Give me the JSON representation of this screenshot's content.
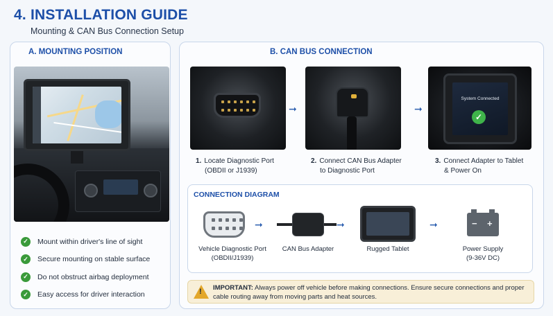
{
  "header": {
    "title": "4. INSTALLATION GUIDE",
    "subtitle": "Mounting & CAN Bus Connection Setup"
  },
  "mounting": {
    "title": "A. MOUNTING POSITION",
    "checklist": [
      "Mount within driver's line of sight",
      "Secure mounting on stable surface",
      "Do not obstruct airbag deployment",
      "Easy access for driver interaction"
    ]
  },
  "canbus": {
    "title": "B. CAN BUS CONNECTION",
    "screen_text": "System Connected",
    "steps": [
      {
        "num": "1.",
        "line1": "Locate Diagnostic Port",
        "line2": "(OBDII or J1939)"
      },
      {
        "num": "2.",
        "line1": "Connect CAN Bus Adapter",
        "line2": "to Diagnostic Port"
      },
      {
        "num": "3.",
        "line1": "Connect Adapter to Tablet",
        "line2": "& Power On"
      }
    ]
  },
  "diagram": {
    "title": "CONNECTION DIAGRAM",
    "nodes": [
      {
        "line1": "Vehicle Diagnostic Port",
        "line2": "(OBDII/J1939)"
      },
      {
        "line1": "CAN Bus Adapter",
        "line2": ""
      },
      {
        "line1": "Rugged Tablet",
        "line2": ""
      },
      {
        "line1": "Power Supply",
        "line2": "(9-36V DC)"
      }
    ]
  },
  "note": {
    "label": "IMPORTANT:",
    "text": " Always power off vehicle before making connections. Ensure secure connections and proper cable routing away from moving parts and heat sources."
  },
  "colors": {
    "accent": "#1d4fa8",
    "check": "#3a9a3a",
    "warning": "#e3a72a"
  }
}
